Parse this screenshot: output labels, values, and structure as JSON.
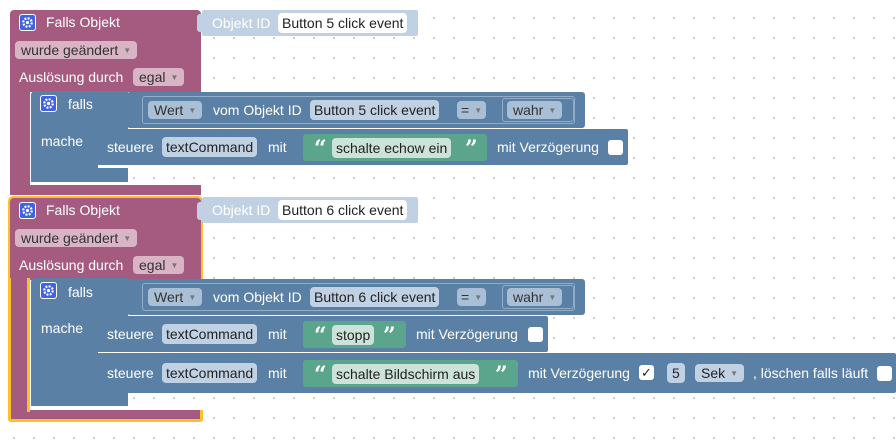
{
  "blocks": [
    {
      "trigger_title": "Falls Objekt",
      "object_id_label": "Objekt ID",
      "object_id_value": "Button 5 click event",
      "changed_option": "wurde geändert",
      "trigger_by_label": "Auslösung durch",
      "trigger_by_option": "egal",
      "if_label": "falls",
      "then_label": "mache",
      "condition": {
        "value_option": "Wert",
        "from_object_label": "vom Objekt ID",
        "object_value": "Button 5 click event",
        "operator": "=",
        "compare_option": "wahr"
      },
      "actions": [
        {
          "control_label": "steuere",
          "target": "textCommand",
          "with_label": "mit",
          "text": "schalte echow ein",
          "delay_label": "mit Verzögerung"
        }
      ]
    },
    {
      "trigger_title": "Falls Objekt",
      "object_id_label": "Objekt ID",
      "object_id_value": "Button 6 click event",
      "changed_option": "wurde geändert",
      "trigger_by_label": "Auslösung durch",
      "trigger_by_option": "egal",
      "if_label": "falls",
      "then_label": "mache",
      "condition": {
        "value_option": "Wert",
        "from_object_label": "vom Objekt ID",
        "object_value": "Button 6 click event",
        "operator": "=",
        "compare_option": "wahr"
      },
      "actions": [
        {
          "control_label": "steuere",
          "target": "textCommand",
          "with_label": "mit",
          "text": "stopp",
          "delay_label": "mit Verzögerung"
        },
        {
          "control_label": "steuere",
          "target": "textCommand",
          "with_label": "mit",
          "text": "schalte Bildschirm aus",
          "delay_label": "mit Verzögerung",
          "delay_checked_mark": "✓",
          "delay_value": "5",
          "delay_unit": "Sek",
          "clear_running_label": ", löschen falls läuft"
        }
      ]
    }
  ],
  "colors": {
    "event_block": "#a55b80",
    "logic_block": "#5b80a5",
    "text_block": "#5ba58c",
    "selected_outline": "#fbc02d",
    "gear_icon": "#3f63e4"
  }
}
